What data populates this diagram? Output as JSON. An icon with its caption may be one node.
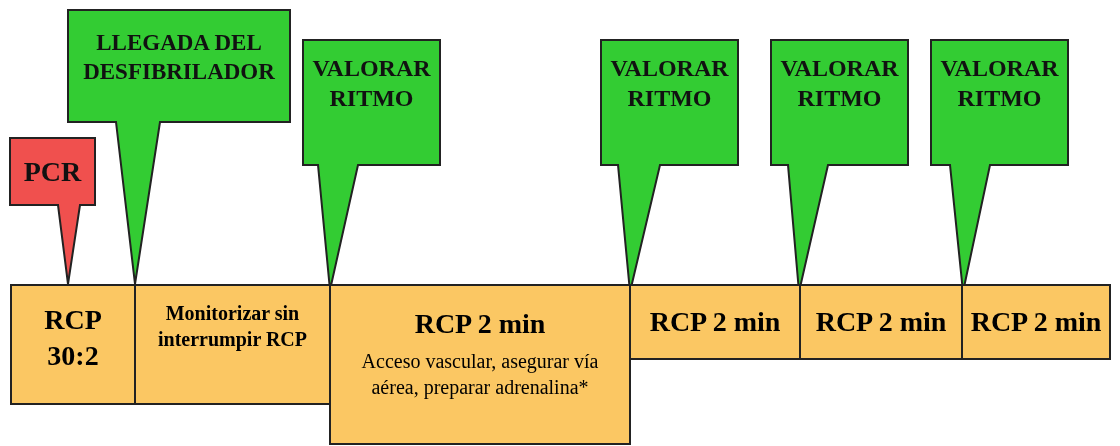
{
  "diagram": {
    "nodes": [
      {
        "text": [
          "PCR"
        ]
      },
      {
        "text": [
          "LLEGADA DEL DESFIBRILADOR"
        ]
      },
      {
        "text": [
          "VALORAR RITMO"
        ]
      },
      {
        "text": [
          "VALORAR RITMO"
        ]
      },
      {
        "text": [
          "VALORAR RITMO"
        ]
      },
      {
        "text": [
          "VALORAR RITMO"
        ]
      },
      {
        "text": [
          "RCP 30:2"
        ]
      },
      {
        "text": [
          "Monitorizar sin interrumpir RCP"
        ]
      },
      {
        "text": [
          "RCP 2 min",
          "Acceso vascular, asegurar vía aérea, preparar adrenalina*"
        ]
      },
      {
        "text": [
          "RCP 2 min"
        ]
      },
      {
        "text": [
          "RCP 2 min"
        ]
      },
      {
        "text": [
          "RCP 2 min"
        ]
      }
    ]
  }
}
